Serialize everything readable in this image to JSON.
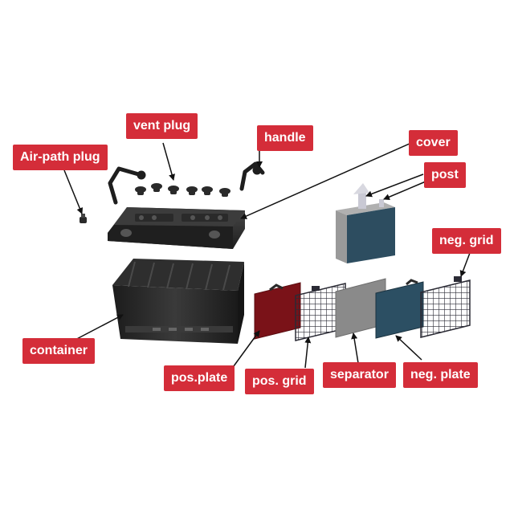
{
  "colors": {
    "label_bg": "#d42d39",
    "label_text": "#ffffff",
    "leader_line": "#111111",
    "pos_plate": "#7a1218",
    "neg_plate": "#2c4f63",
    "separator": "#8a8a8a",
    "grid": "#2b2b35",
    "container": "#262626"
  },
  "labels": {
    "air_path_plug": "Air-path plug",
    "vent_plug": "vent plug",
    "handle": "handle",
    "cover": "cover",
    "post": "post",
    "neg_grid": "neg. grid",
    "container": "container",
    "pos_plate": "pos.plate",
    "pos_grid": "pos. grid",
    "separator": "separator",
    "neg_plate": "neg. plate"
  }
}
